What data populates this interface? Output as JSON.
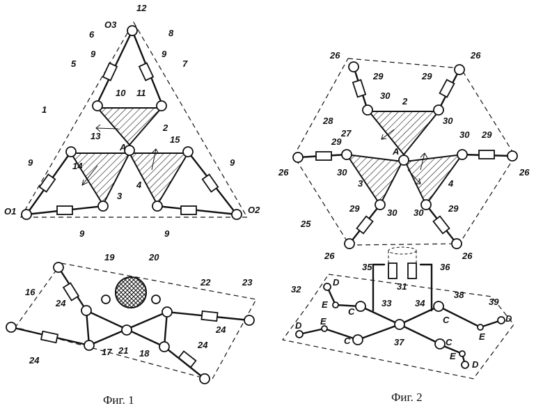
{
  "captions": {
    "fig1": "Фиг. 1",
    "fig2": "Фиг. 2"
  },
  "fig1_top_labels": {
    "n12": "12",
    "o3": "O3",
    "n6": "6",
    "n8": "8",
    "n9a": "9",
    "n9b": "9",
    "n5": "5",
    "n7": "7",
    "n10": "10",
    "n11": "11",
    "n1": "1",
    "n2": "2",
    "n13": "13",
    "a": "A",
    "n15": "15",
    "n14": "14",
    "n3": "3",
    "n4": "4",
    "n9c": "9",
    "n9d": "9",
    "o1": "O1",
    "o2": "O2",
    "n9e": "9",
    "n9f": "9"
  },
  "fig1_bottom_labels": {
    "n19": "19",
    "n20": "20",
    "n16": "16",
    "n22": "22",
    "n23": "23",
    "n24a": "24",
    "n24b": "24",
    "n24c": "24",
    "n24d": "24",
    "n17": "17",
    "n21": "21",
    "n18": "18"
  },
  "fig2_top_labels": {
    "n26a": "26",
    "n26b": "26",
    "n29a": "29",
    "n29b": "29",
    "n30a": "30",
    "n30b": "30",
    "n2": "2",
    "n28": "28",
    "n27": "27",
    "n29c": "29",
    "n29d": "29",
    "n30c": "30",
    "n30d": "30",
    "n26c": "26",
    "n26d": "26",
    "a": "A",
    "n3": "3",
    "n4": "4",
    "n25": "25",
    "n29e": "29",
    "n29f": "29",
    "n30e": "30",
    "n30f": "30",
    "n26e": "26",
    "n26f": "26"
  },
  "fig2_bottom_labels": {
    "n35": "35",
    "n31": "31",
    "n36": "36",
    "n32": "32",
    "n38": "38",
    "n39": "39",
    "n33": "33",
    "n34": "34",
    "n37": "37",
    "d1": "D",
    "d2": "D",
    "d3": "D",
    "d4": "D",
    "e1": "E",
    "e2": "E",
    "e3": "E",
    "e4": "E",
    "c1": "C",
    "c2": "C",
    "c3": "C",
    "c4": "C"
  }
}
